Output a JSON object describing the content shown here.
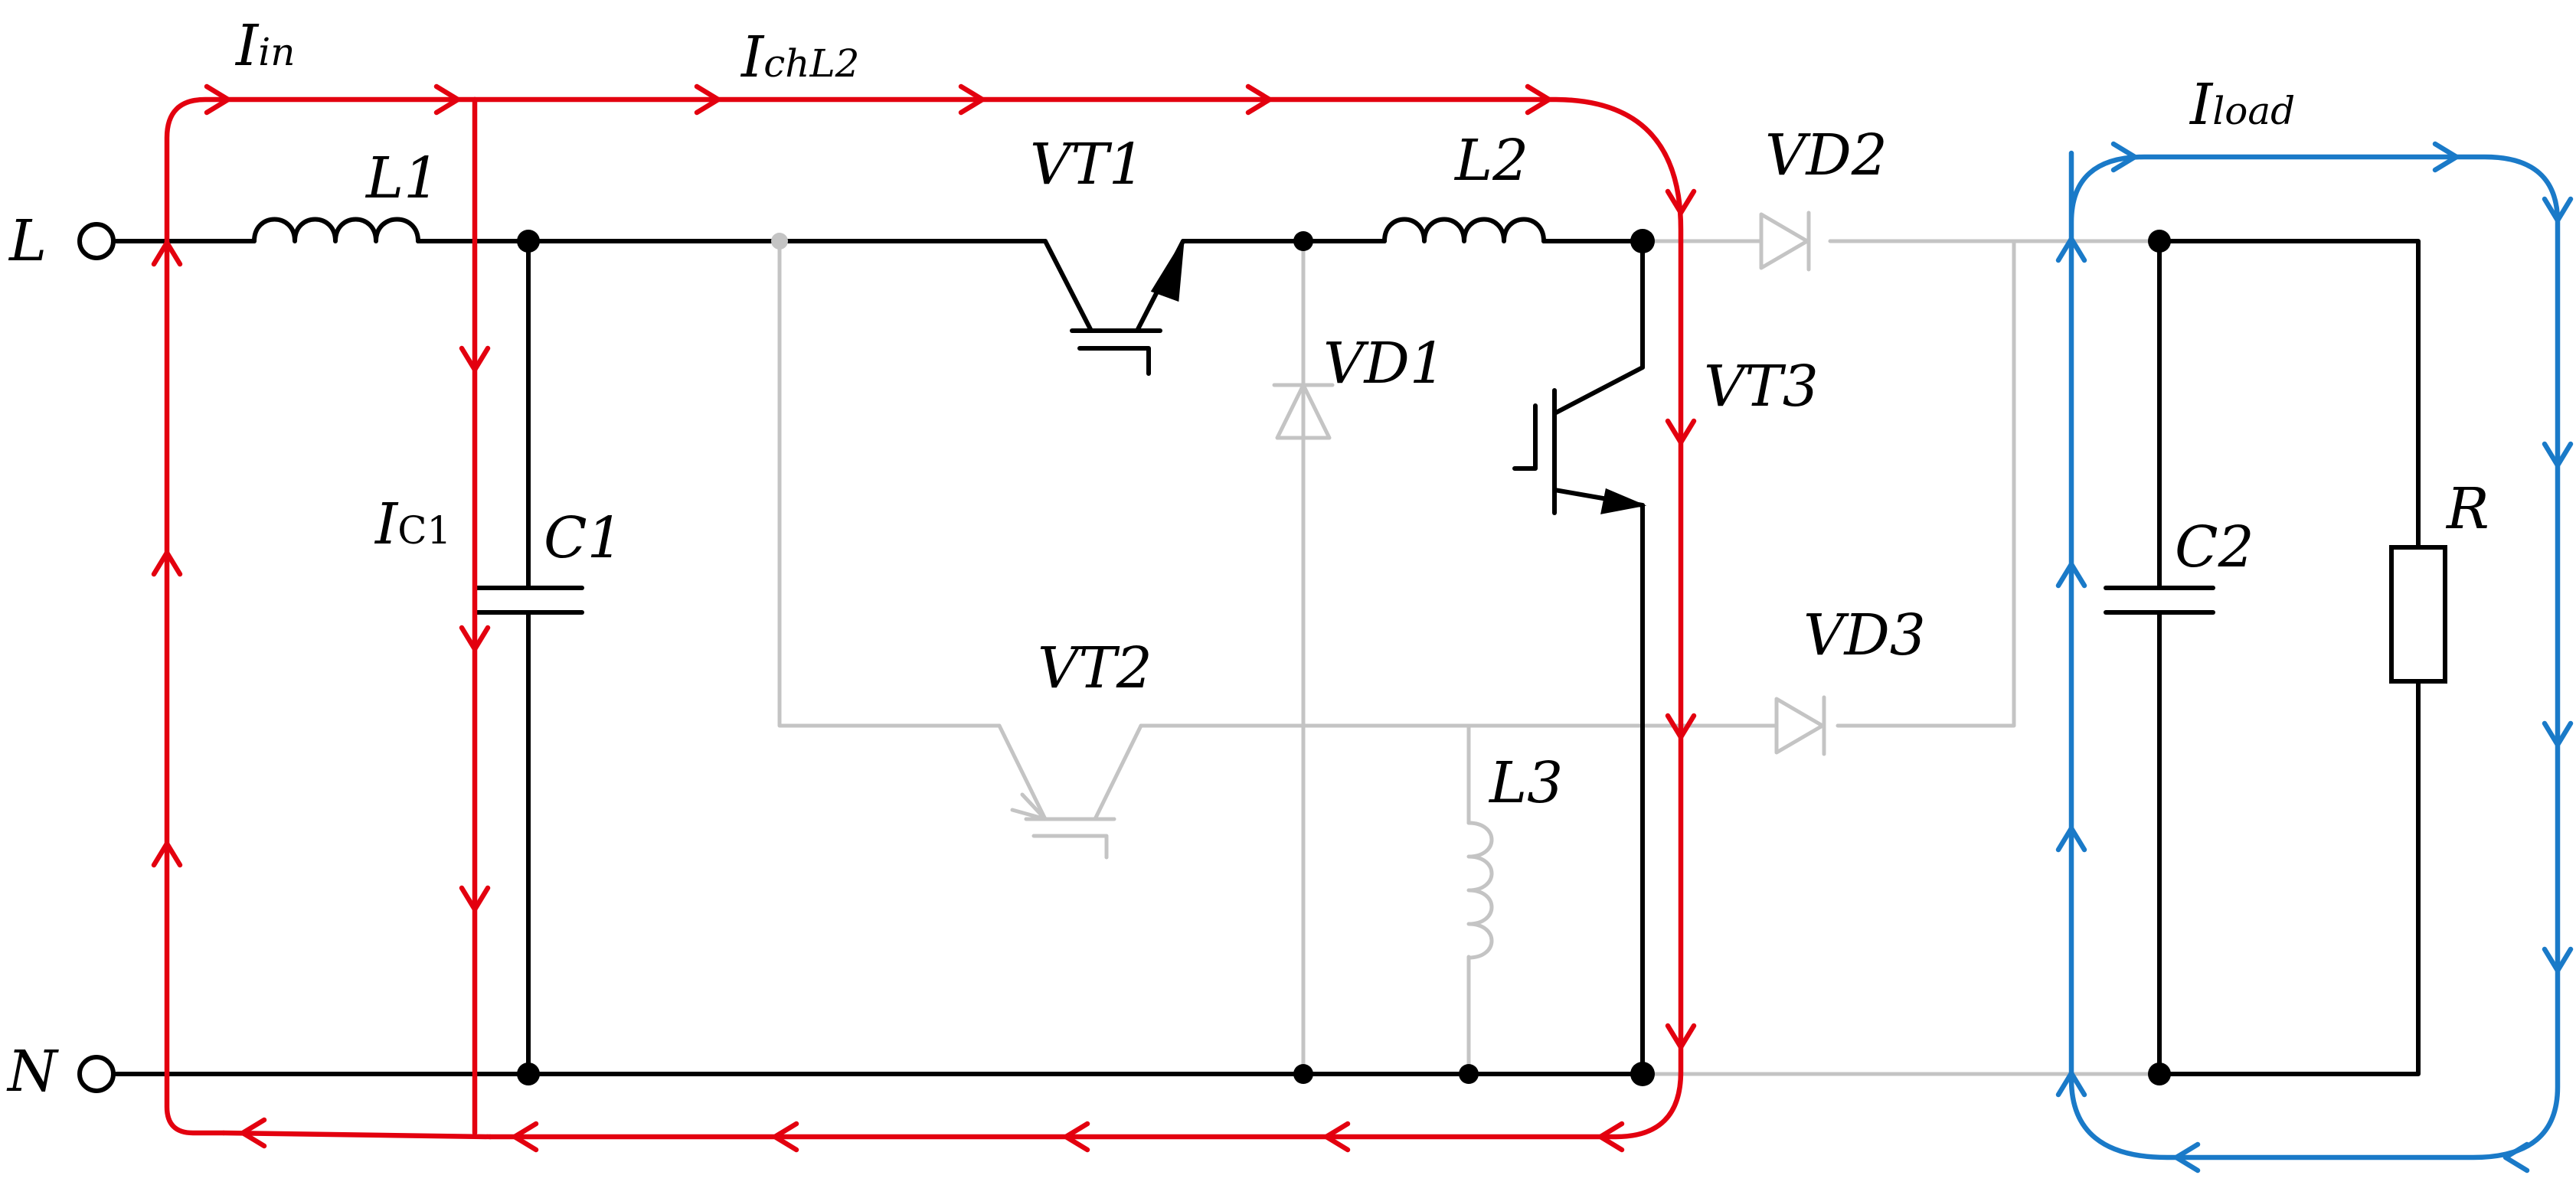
{
  "terminals": {
    "line": "L",
    "neutral": "N"
  },
  "components": {
    "L1": "L1",
    "L2": "L2",
    "L3": "L3",
    "C1": "C1",
    "C2": "C2",
    "R": "R",
    "VT1": "VT1",
    "VT2": "VT2",
    "VT3": "VT3",
    "VD1": "VD1",
    "VD2": "VD2",
    "VD3": "VD3"
  },
  "currents": {
    "in": {
      "main": "I",
      "sub": "in"
    },
    "chL2": {
      "main": "I",
      "sub": "chL2"
    },
    "C1": {
      "main": "I",
      "sub": "C1"
    },
    "load": {
      "main": "I",
      "sub": "load"
    }
  },
  "colors": {
    "active_wire": "#000000",
    "inactive_wire": "#c4c4c4",
    "charging_current": "#e3000f",
    "load_current": "#1a7ac8"
  }
}
